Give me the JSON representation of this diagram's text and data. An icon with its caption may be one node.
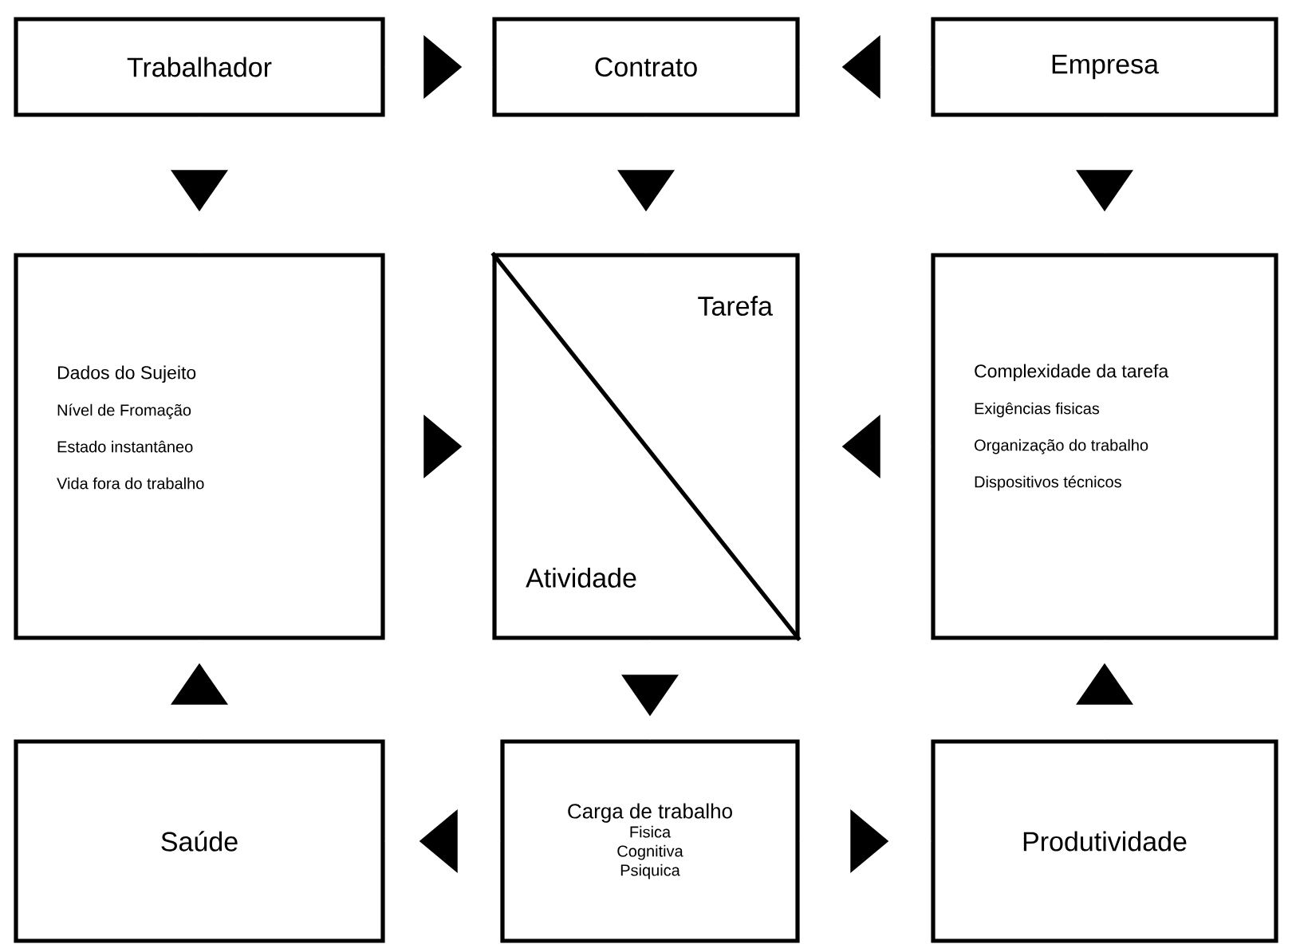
{
  "diagram": {
    "nodes": [
      {
        "text": [
          "Trabalhador"
        ]
      },
      {
        "text": [
          "Contrato"
        ]
      },
      {
        "text": [
          "Empresa"
        ]
      },
      {
        "text": [
          "Dados do Sujeito",
          "Nível de Fromação",
          "Estado instantâneo",
          "Vida fora do trabalho"
        ]
      },
      {
        "text": [
          "Tarefa",
          "Atividade"
        ]
      },
      {
        "text": [
          "Complexidade da tarefa",
          "Exigências fisicas",
          "Organização do trabalho",
          "Dispositivos técnicos"
        ]
      },
      {
        "text": [
          "Saúde"
        ]
      },
      {
        "text": [
          "Carga de trabalho",
          "Fisica",
          "Cognitiva",
          "Psiquica"
        ]
      },
      {
        "text": [
          "Produtividade"
        ]
      }
    ],
    "edges": [
      {
        "from": 0,
        "to": 1,
        "arrow": "to"
      },
      {
        "from": 2,
        "to": 1,
        "arrow": "to"
      },
      {
        "from": 0,
        "to": 3,
        "arrow": "to"
      },
      {
        "from": 1,
        "to": 4,
        "arrow": "to"
      },
      {
        "from": 2,
        "to": 5,
        "arrow": "to"
      },
      {
        "from": 3,
        "to": 4,
        "arrow": "to"
      },
      {
        "from": 5,
        "to": 4,
        "arrow": "to"
      },
      {
        "from": 4,
        "to": 7,
        "arrow": "to"
      },
      {
        "from": 7,
        "to": 6,
        "arrow": "to"
      },
      {
        "from": 7,
        "to": 8,
        "arrow": "to"
      },
      {
        "from": 6,
        "to": 3,
        "arrow": "to"
      },
      {
        "from": 8,
        "to": 5,
        "arrow": "to"
      }
    ]
  }
}
